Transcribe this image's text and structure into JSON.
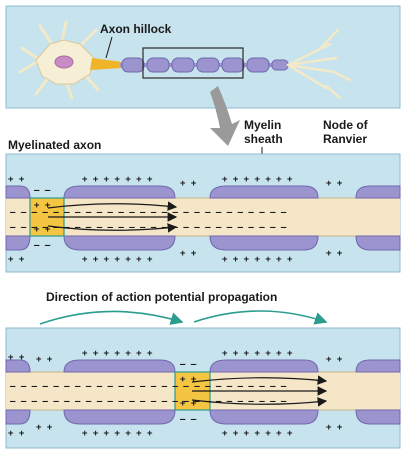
{
  "labels": {
    "axon_hillock": "Axon hillock",
    "myelinated_axon": "Myelinated axon",
    "myelin_sheath_line1": "Myelin",
    "myelin_sheath_line2": "sheath",
    "node_line1": "Node of",
    "node_line2": "Ranvier",
    "direction": "Direction of action potential propagation"
  },
  "signs": {
    "plus_pair": "+ +",
    "plus_row": "+ + + + + + +",
    "minus_pair": "– –",
    "minus_row": "– – – – – – – – – – – – – – – – – – – – – – – – – –"
  },
  "colors": {
    "panel_bg": "#c6e3ee",
    "panel_border": "#8fbcd0",
    "axon_fill": "#f5e6c8",
    "myelin": "#9c94cf",
    "myelin_edge": "#6f68ad",
    "active_node": "#f3c542",
    "arrow_gray": "#9a9a9a",
    "curve_arrow": "#2a9d8f",
    "hillock": "#f0b428"
  }
}
